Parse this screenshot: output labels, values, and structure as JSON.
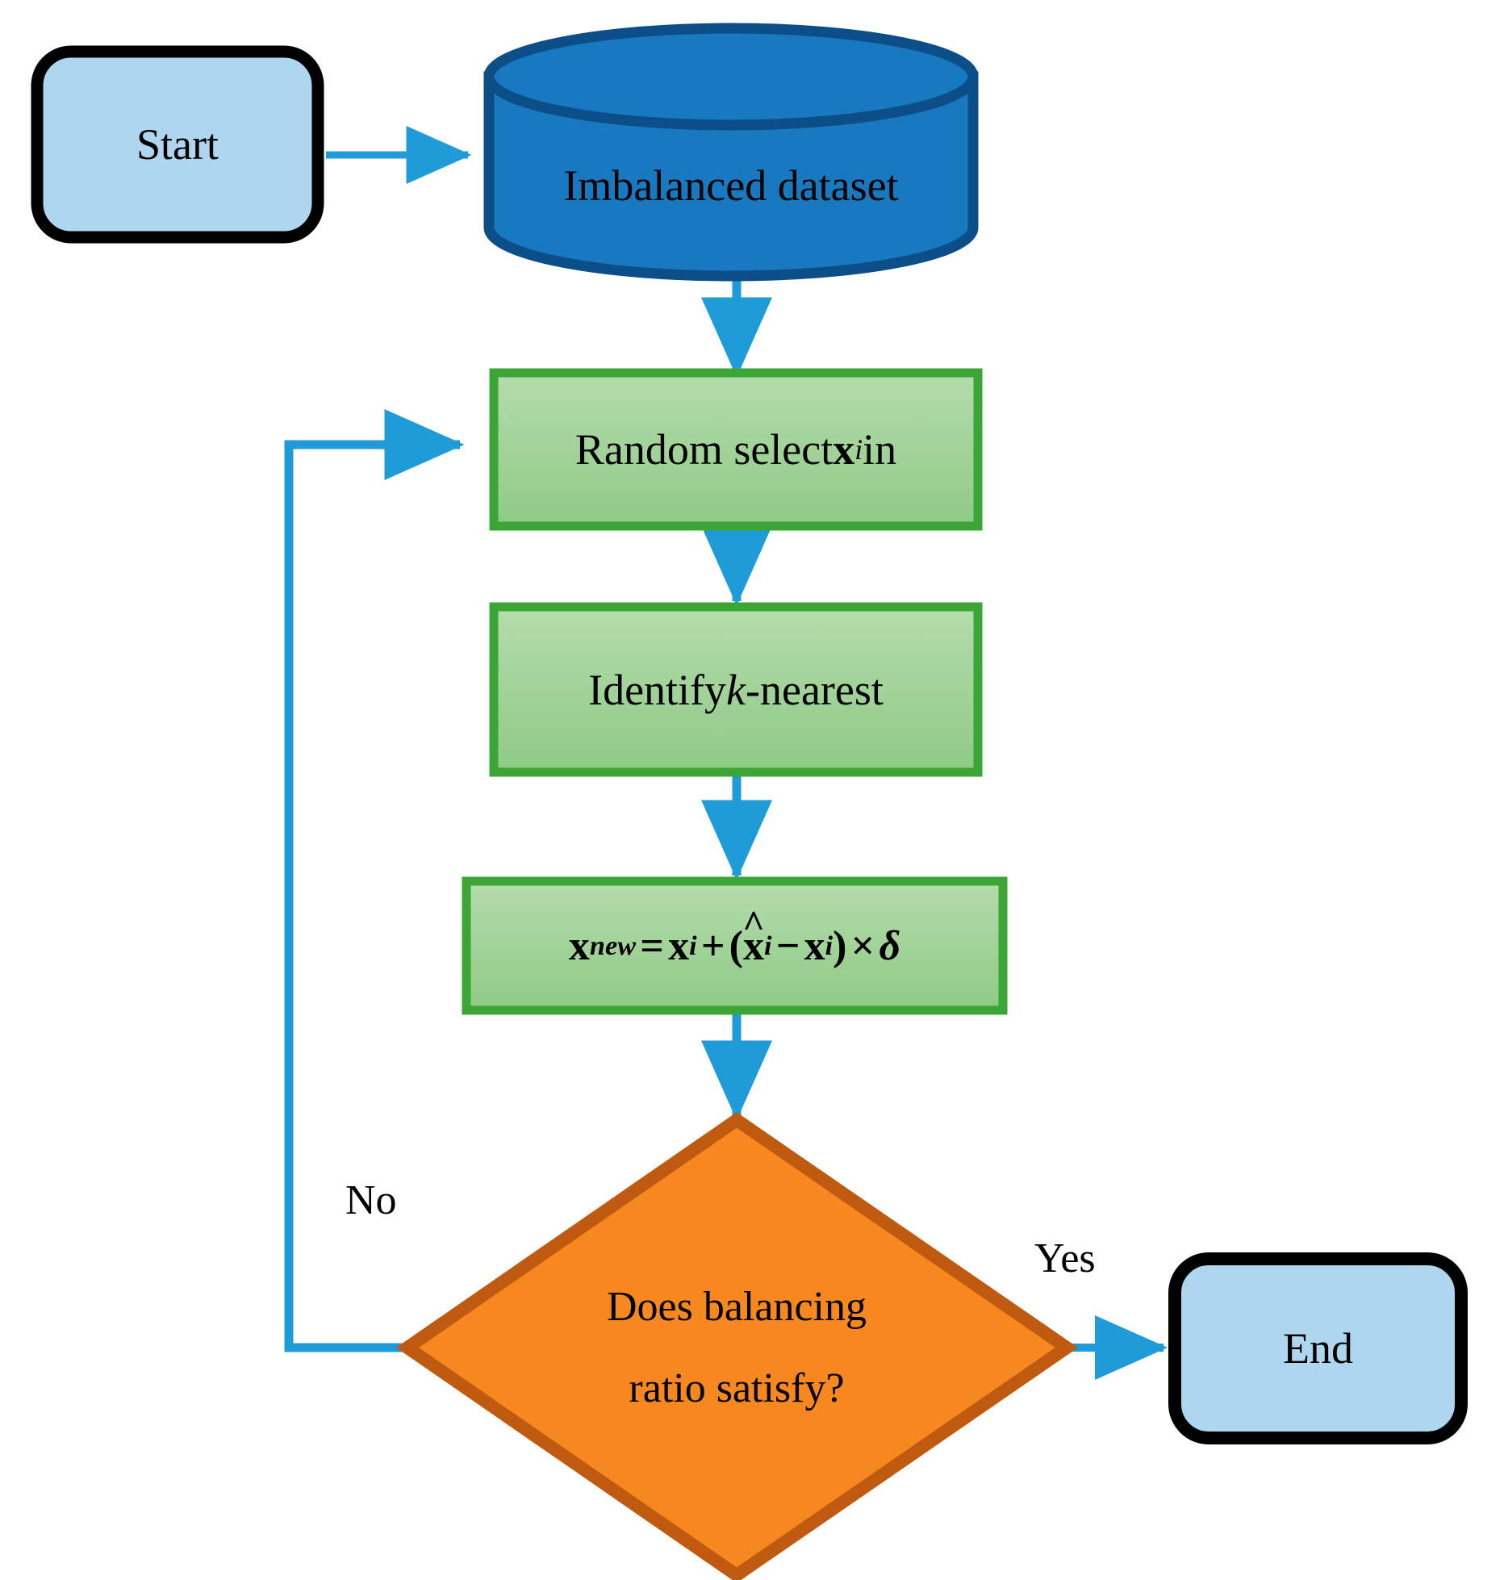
{
  "diagram": {
    "title": "SMOTE oversampling flowchart",
    "type": "flowchart",
    "background_color": "#ffffff",
    "palette": {
      "terminal_fill": "#aed6ee",
      "terminal_stroke": "#000000",
      "database_fill": "#1878c0",
      "database_stroke": "#0c4e87",
      "process_fill": "#a3d49a",
      "process_stroke": "#3ba535",
      "decision_fill": "#f7871f",
      "decision_stroke": "#c05a10",
      "connector": "#1f9bd8",
      "text": "#000000"
    }
  },
  "nodes": {
    "start": {
      "id": "start",
      "shape": "rounded-terminal",
      "label": "Start"
    },
    "dataset": {
      "id": "dataset",
      "shape": "cylinder-database",
      "label": "Imbalanced dataset"
    },
    "random_select": {
      "id": "random_select",
      "shape": "process-rect",
      "label": "Random select x_i in",
      "parts": {
        "before": "Random select ",
        "vector": "x",
        "subscript": "i",
        "after": " in"
      }
    },
    "identify_knn": {
      "id": "identify_knn",
      "shape": "process-rect",
      "label": "Identify k-nearest",
      "parts": {
        "before": "Identify ",
        "italic": "k",
        "after": "-nearest"
      }
    },
    "formula": {
      "id": "formula",
      "shape": "process-rect",
      "label": "x_new = x_i + (x̂_i − x_i) × δ",
      "parts": {
        "lhs_vector": "x",
        "lhs_sub": "new",
        "eq": "=",
        "t1_vector": "x",
        "t1_sub": "i",
        "plus": "+",
        "open": "(",
        "hat_vector": "x",
        "hat_accent": "^",
        "hat_sub": "i",
        "minus": "−",
        "t2_vector": "x",
        "t2_sub": "i",
        "close": ")",
        "times": "×",
        "delta": "δ"
      }
    },
    "decision": {
      "id": "decision",
      "shape": "diamond-decision",
      "label": "Does balancing ratio satisfy?",
      "line1": "Does balancing",
      "line2": "ratio satisfy?"
    },
    "end": {
      "id": "end",
      "shape": "rounded-terminal",
      "label": "End"
    }
  },
  "edges": [
    {
      "id": "start-to-dataset",
      "from": "start",
      "to": "dataset",
      "label": ""
    },
    {
      "id": "dataset-to-random-select",
      "from": "dataset",
      "to": "random_select",
      "label": ""
    },
    {
      "id": "random-select-to-identify-knn",
      "from": "random_select",
      "to": "identify_knn",
      "label": ""
    },
    {
      "id": "identify-knn-to-formula",
      "from": "identify_knn",
      "to": "formula",
      "label": ""
    },
    {
      "id": "formula-to-decision",
      "from": "formula",
      "to": "decision",
      "label": ""
    },
    {
      "id": "decision-no-loop",
      "from": "decision",
      "to": "random_select",
      "label": "No"
    },
    {
      "id": "decision-yes-to-end",
      "from": "decision",
      "to": "end",
      "label": "Yes"
    }
  ],
  "edge_labels": {
    "no": "No",
    "yes": "Yes"
  }
}
